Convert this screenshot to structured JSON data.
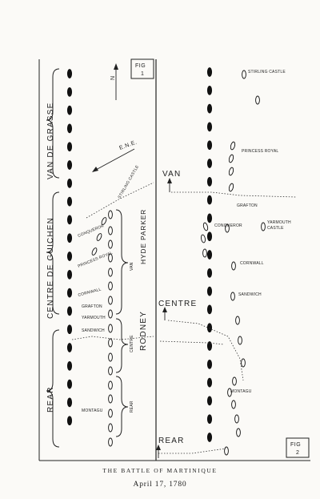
{
  "caption": {
    "title": "THE BATTLE OF MARTINIQUE",
    "date": "April 17, 1780"
  },
  "figures": {
    "fig1": {
      "line1": "FIG",
      "line2": "1"
    },
    "fig2": {
      "line1": "FIG",
      "line2": "2"
    }
  },
  "french_fleet": {
    "van": "VAN DE GRASSE",
    "centre": "CENTRE DE GUICHEN",
    "rear": "REAR"
  },
  "british_divisions": {
    "hyde_parker": "HYDE PARKER",
    "van_word": "VAN",
    "rodney": "RODNEY",
    "centre_word": "CENTRE",
    "rear_word": "REAR"
  },
  "fig1_ships": {
    "stirling_castle": "STIRLING CASTLE",
    "conqueror": "CONQUEROR",
    "princess_royal": "PRINCESS ROYAL",
    "cornwall": "CORNWALL",
    "grafton": "GRAFTON",
    "yarmouth": "YARMOUTH",
    "sandwich": "SANDWICH",
    "montagu": "MONTAGU"
  },
  "fig2_ships": {
    "stirling_castle": "STIRLING CASTLE",
    "princess_royal": "PRINCESS ROYAL",
    "grafton": "GRAFTON",
    "conqueror": "CONQUEROR",
    "yarmouth_line1": "YARMOUTH",
    "yarmouth_line2": "CASTLE",
    "cornwall": "CORNWALL",
    "sandwich": "SANDWICH",
    "montagu": "MONTAGU"
  },
  "compass": {
    "north": "N",
    "wind": "E.N.E."
  },
  "markers": {
    "van": "VAN",
    "centre": "CENTRE",
    "rear": "REAR"
  }
}
